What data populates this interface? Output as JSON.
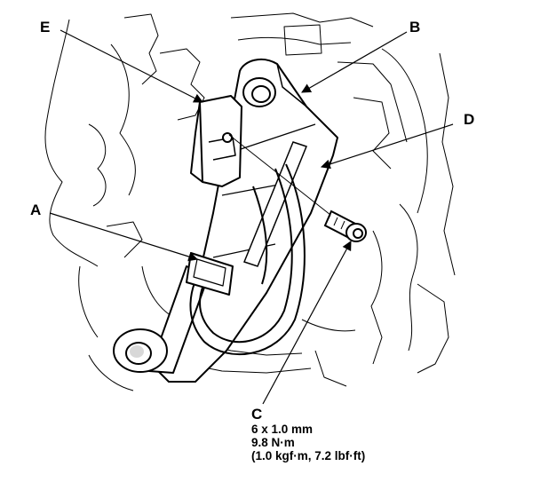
{
  "callouts": {
    "a": "A",
    "b": "B",
    "c": "C",
    "d": "D",
    "e": "E"
  },
  "bolt_spec": {
    "size": "6 x 1.0 mm",
    "torque_nm": "9.8 N·m",
    "torque_alt": "(1.0 kgf·m, 7.2 lbf·ft)"
  }
}
